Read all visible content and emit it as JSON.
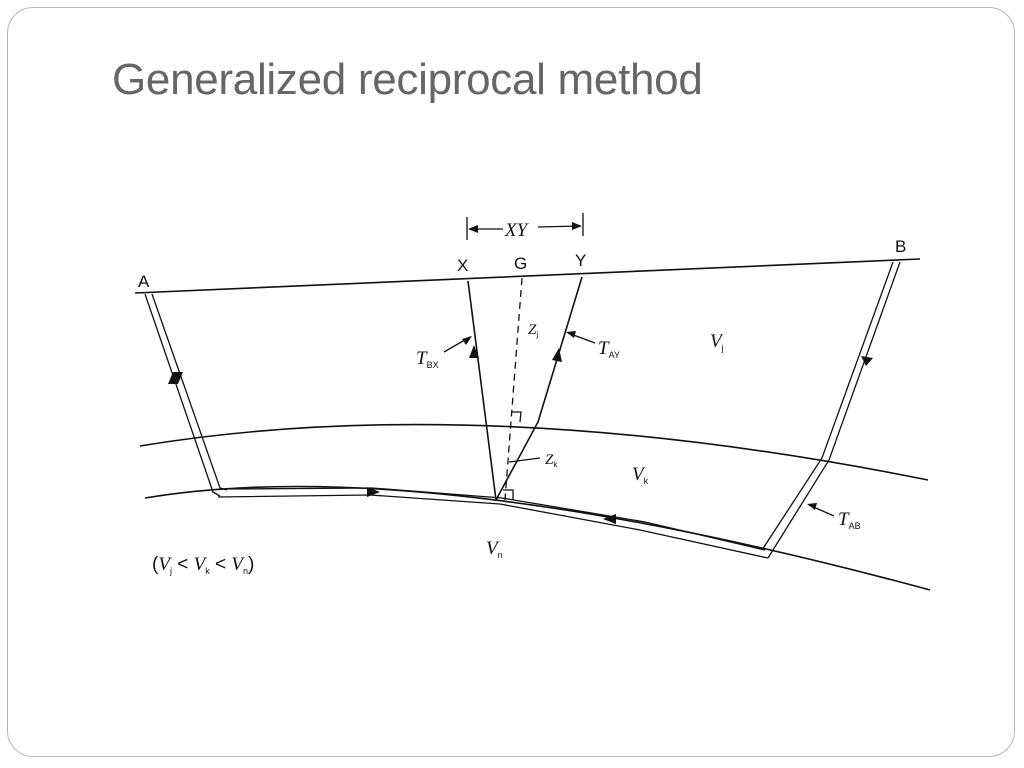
{
  "slide": {
    "title": "Generalized reciprocal method"
  },
  "diagram": {
    "points": {
      "a": "A",
      "b": "B",
      "x": "X",
      "g": "G",
      "y": "Y"
    },
    "dimension": {
      "xy": "XY"
    },
    "velocities": {
      "vj": {
        "sym": "V",
        "sub": "j"
      },
      "vk": {
        "sym": "V",
        "sub": "k"
      },
      "vn": {
        "sym": "V",
        "sub": "n"
      }
    },
    "depths": {
      "zj": {
        "sym": "Z",
        "sub": "j"
      },
      "zk": {
        "sym": "Z",
        "sub": "k"
      }
    },
    "times": {
      "tbx": {
        "sym": "T",
        "sub": "BX"
      },
      "tay": {
        "sym": "T",
        "sub": "AY"
      },
      "tab": {
        "sym": "T",
        "sub": "AB"
      }
    },
    "condition": {
      "open": "(",
      "v1": "V",
      "s1": "j",
      "lt1": " < ",
      "v2": "V",
      "s2": "k",
      "lt2": " < ",
      "v3": "V",
      "s3": "n",
      "close": ")"
    }
  }
}
